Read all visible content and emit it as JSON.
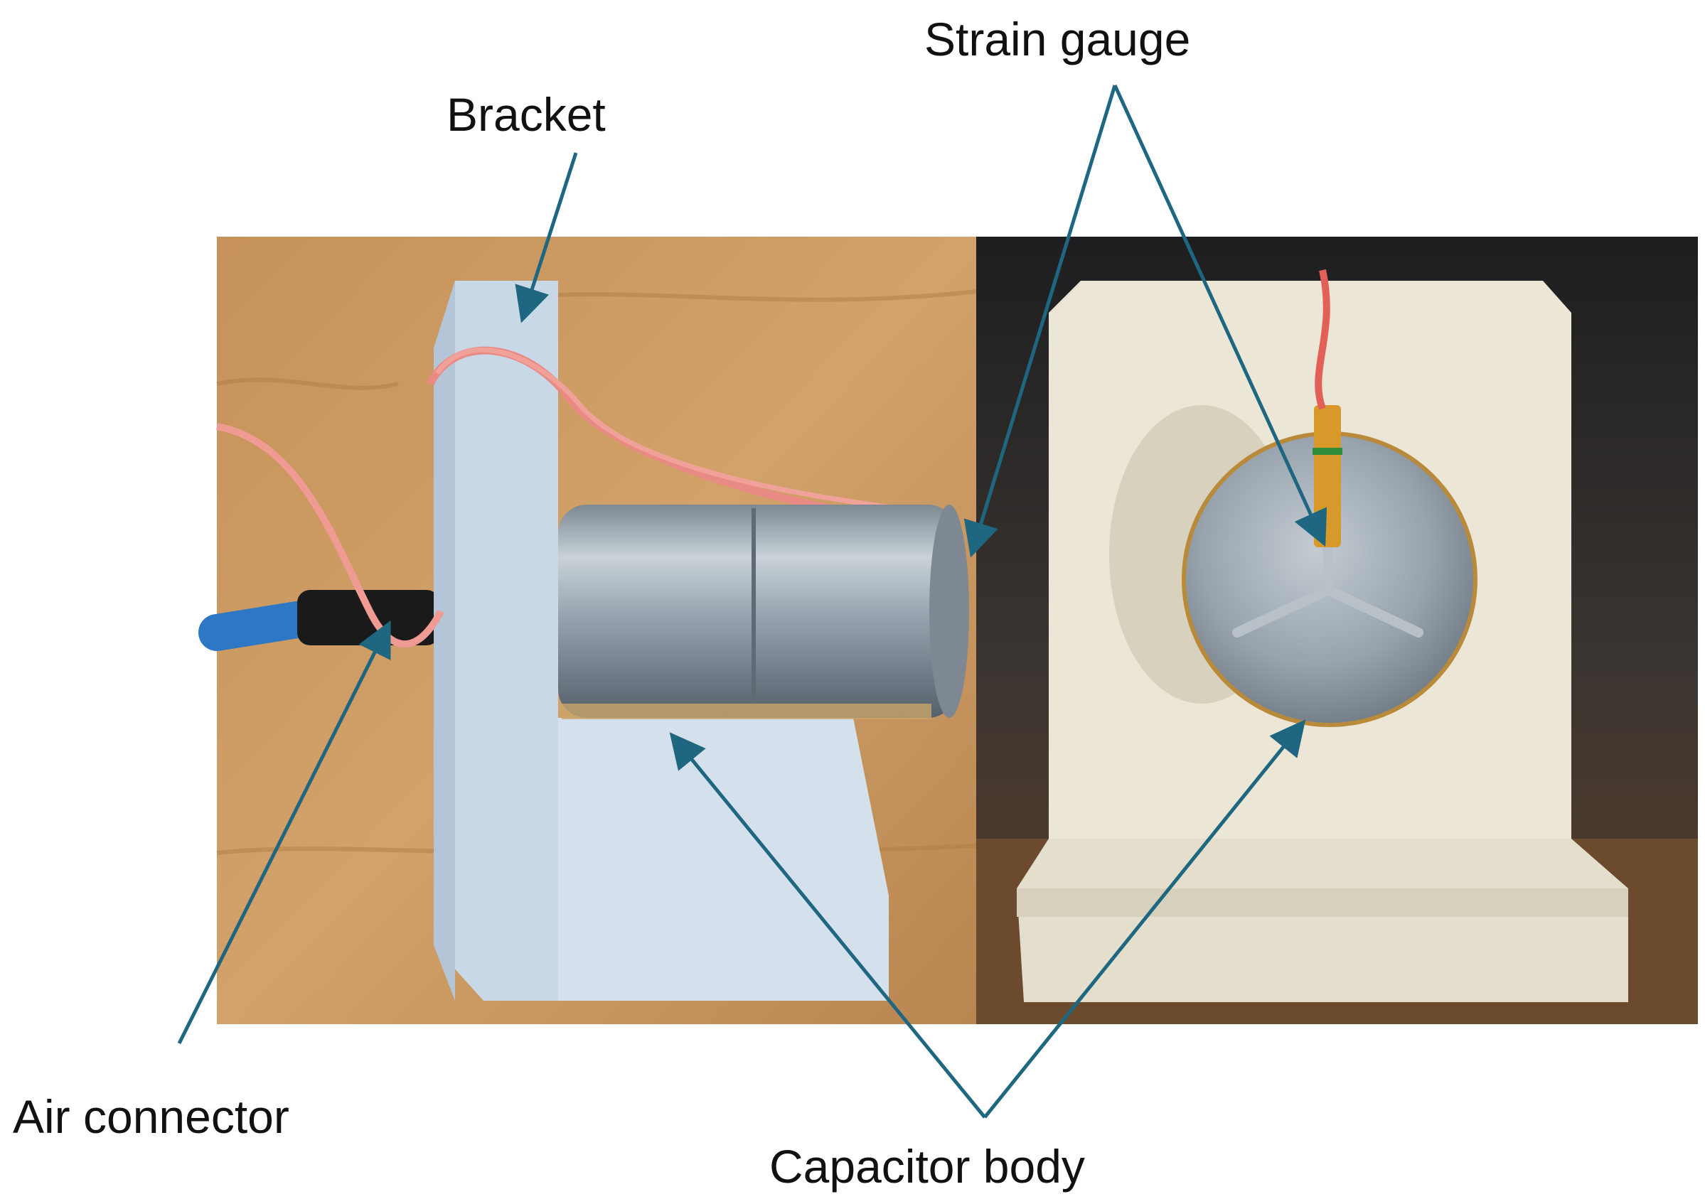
{
  "labels": {
    "strain_gauge": "Strain gauge",
    "bracket": "Bracket",
    "air_connector": "Air connector",
    "capacitor_body": "Capacitor body"
  },
  "colors": {
    "arrow": "#1f6680",
    "wood": "#c8935c",
    "bracket_left": "#c9d8e6",
    "bracket_right": "#e8e3d2",
    "metal": "#9aa6b1",
    "wire": "#e98a84",
    "tube": "#2d77c4",
    "gauge": "#d79a2a"
  },
  "icons": {
    "left_photo": "side-view-photo",
    "right_photo": "front-view-photo"
  }
}
